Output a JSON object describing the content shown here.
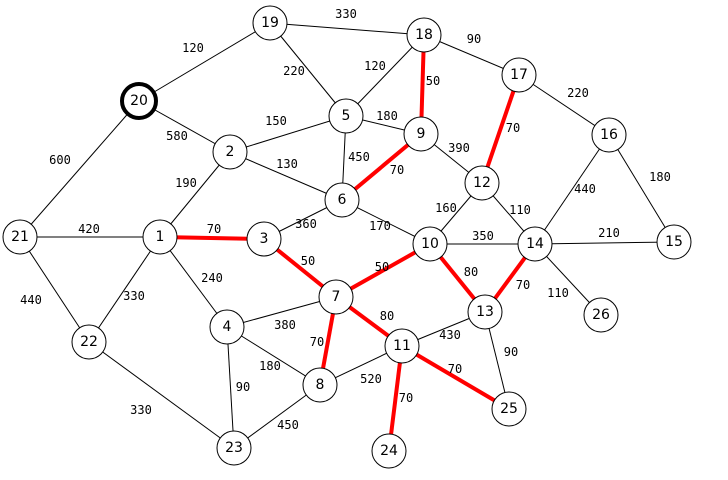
{
  "graph": {
    "special_node": "20",
    "nodes": [
      "1",
      "2",
      "3",
      "4",
      "5",
      "6",
      "7",
      "8",
      "9",
      "10",
      "11",
      "12",
      "13",
      "14",
      "15",
      "16",
      "17",
      "18",
      "19",
      "20",
      "21",
      "22",
      "23",
      "24",
      "25",
      "26"
    ],
    "edges": [
      {
        "from": "19",
        "to": "18",
        "weight": "330",
        "highlight": false
      },
      {
        "from": "20",
        "to": "19",
        "weight": "120",
        "highlight": false
      },
      {
        "from": "19",
        "to": "5",
        "weight": "220",
        "highlight": false
      },
      {
        "from": "18",
        "to": "17",
        "weight": "90",
        "highlight": false
      },
      {
        "from": "18",
        "to": "5",
        "weight": "120",
        "highlight": false
      },
      {
        "from": "18",
        "to": "9",
        "weight": "50",
        "highlight": true
      },
      {
        "from": "17",
        "to": "16",
        "weight": "220",
        "highlight": false
      },
      {
        "from": "17",
        "to": "12",
        "weight": "70",
        "highlight": true
      },
      {
        "from": "20",
        "to": "2",
        "weight": "580",
        "highlight": false
      },
      {
        "from": "20",
        "to": "21",
        "weight": "600",
        "highlight": false
      },
      {
        "from": "2",
        "to": "5",
        "weight": "150",
        "highlight": false
      },
      {
        "from": "5",
        "to": "9",
        "weight": "180",
        "highlight": false
      },
      {
        "from": "5",
        "to": "6",
        "weight": "450",
        "highlight": false
      },
      {
        "from": "2",
        "to": "6",
        "weight": "130",
        "highlight": false
      },
      {
        "from": "9",
        "to": "12",
        "weight": "390",
        "highlight": false
      },
      {
        "from": "9",
        "to": "6",
        "weight": "70",
        "highlight": true
      },
      {
        "from": "2",
        "to": "1",
        "weight": "190",
        "highlight": false
      },
      {
        "from": "16",
        "to": "14",
        "weight": "440",
        "highlight": false
      },
      {
        "from": "16",
        "to": "15",
        "weight": "180",
        "highlight": false
      },
      {
        "from": "12",
        "to": "10",
        "weight": "160",
        "highlight": false
      },
      {
        "from": "12",
        "to": "14",
        "weight": "110",
        "highlight": false
      },
      {
        "from": "6",
        "to": "3",
        "weight": "360",
        "highlight": false
      },
      {
        "from": "6",
        "to": "10",
        "weight": "170",
        "highlight": false
      },
      {
        "from": "21",
        "to": "1",
        "weight": "420",
        "highlight": false
      },
      {
        "from": "1",
        "to": "3",
        "weight": "70",
        "highlight": true
      },
      {
        "from": "10",
        "to": "14",
        "weight": "350",
        "highlight": false
      },
      {
        "from": "14",
        "to": "15",
        "weight": "210",
        "highlight": false
      },
      {
        "from": "1",
        "to": "4",
        "weight": "240",
        "highlight": false
      },
      {
        "from": "3",
        "to": "7",
        "weight": "50",
        "highlight": true
      },
      {
        "from": "10",
        "to": "7",
        "weight": "50",
        "highlight": true
      },
      {
        "from": "10",
        "to": "13",
        "weight": "80",
        "highlight": true
      },
      {
        "from": "14",
        "to": "13",
        "weight": "70",
        "highlight": true
      },
      {
        "from": "14",
        "to": "26",
        "weight": "110",
        "highlight": false
      },
      {
        "from": "21",
        "to": "22",
        "weight": "440",
        "highlight": false
      },
      {
        "from": "1",
        "to": "22",
        "weight": "330",
        "highlight": false
      },
      {
        "from": "4",
        "to": "7",
        "weight": "380",
        "highlight": false
      },
      {
        "from": "7",
        "to": "11",
        "weight": "80",
        "highlight": true
      },
      {
        "from": "7",
        "to": "8",
        "weight": "70",
        "highlight": true
      },
      {
        "from": "13",
        "to": "11",
        "weight": "430",
        "highlight": false
      },
      {
        "from": "13",
        "to": "25",
        "weight": "90",
        "highlight": false
      },
      {
        "from": "4",
        "to": "8",
        "weight": "180",
        "highlight": false
      },
      {
        "from": "4",
        "to": "23",
        "weight": "90",
        "highlight": false
      },
      {
        "from": "11",
        "to": "8",
        "weight": "520",
        "highlight": false
      },
      {
        "from": "11",
        "to": "25",
        "weight": "70",
        "highlight": true
      },
      {
        "from": "11",
        "to": "24",
        "weight": "70",
        "highlight": true
      },
      {
        "from": "22",
        "to": "23",
        "weight": "330",
        "highlight": false
      },
      {
        "from": "8",
        "to": "23",
        "weight": "450",
        "highlight": false
      }
    ]
  }
}
